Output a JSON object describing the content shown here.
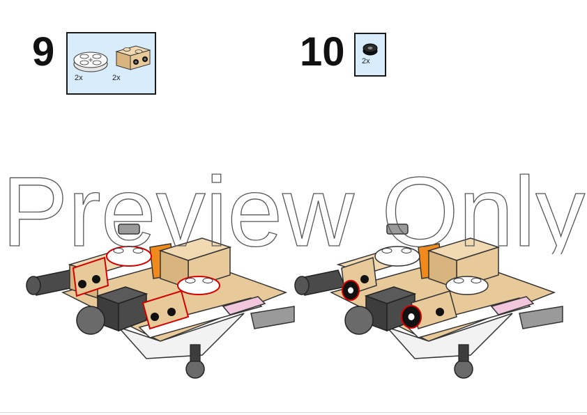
{
  "steps": [
    {
      "number": "9",
      "parts": [
        {
          "name": "round-plate-2x2",
          "color": "#ffffff",
          "quantity": "2x"
        },
        {
          "name": "bracket-1x2",
          "color": "#e8c99a",
          "quantity": "2x"
        }
      ]
    },
    {
      "number": "10",
      "parts": [
        {
          "name": "round-tile-1x1",
          "color": "#1a1a1a",
          "quantity": "2x"
        }
      ]
    }
  ],
  "watermark": {
    "text": "Preview Only"
  },
  "colors": {
    "parts_box_bg": "#d9ecfb",
    "tan": "#e8c99a",
    "dark_gray": "#4a4a4a",
    "light_gray": "#9a9a9a",
    "pink": "#f2c6dd",
    "orange": "#f08a1c",
    "white": "#ffffff",
    "highlight_red": "#d40000",
    "black": "#111111"
  }
}
